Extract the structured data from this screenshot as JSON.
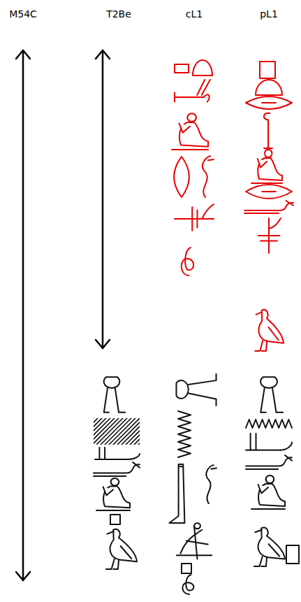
{
  "diagram": {
    "labels": [
      "M54C",
      "T2Be",
      "cL1",
      "pL1"
    ]
  }
}
